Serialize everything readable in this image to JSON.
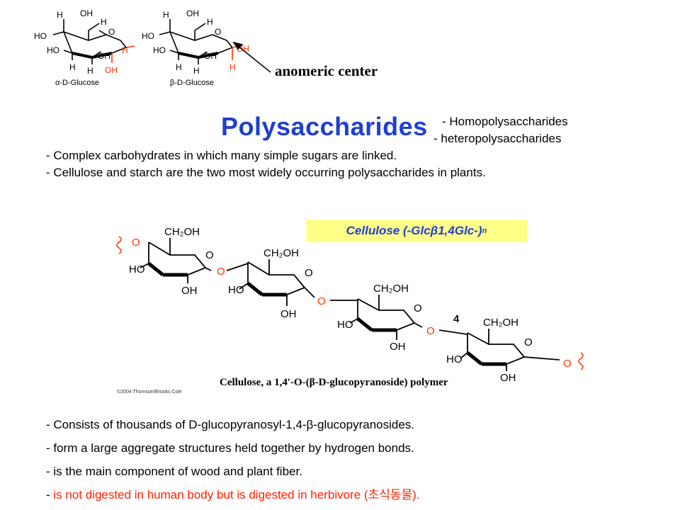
{
  "glucose": {
    "alpha_label": "α-D-Glucose",
    "beta_label": "β-D-Glucose",
    "atoms": {
      "H": "H",
      "OH": "OH",
      "HO": "HO",
      "O": "O"
    }
  },
  "anomeric_label": "anomeric center",
  "title": "Polysaccharides",
  "types": [
    "- Homopolysaccharides",
    "- heteropolysaccharides"
  ],
  "intro": [
    "- Complex carbohydrates in which many simple sugars are linked.",
    "- Cellulose and starch are the two most widely occurring polysaccharides in plants."
  ],
  "cellulose_label": {
    "main": "Cellulose (-Glcβ1,4Glc-)",
    "subscript": "n"
  },
  "cellulose_structure": {
    "atoms": {
      "ch2oh": "CH₂OH",
      "o": "O",
      "ho": "HO",
      "oh": "OH"
    },
    "position_label": "4",
    "caption": "Cellulose, a 1,4′-O-(β-D-glucopyranoside) polymer",
    "copyright": "©2004 Thomson/Brooks Cole"
  },
  "bullets": [
    "- Consists of  thousands of D-glucopyranosyl-1,4-β-glucopyranosides.",
    "- form a large aggregate structures held together by hydrogen bonds.",
    "- is the main component of wood and plant fiber."
  ],
  "last_bullet": {
    "prefix": "- ",
    "text": "is not digested in human body but is digested in herbivore (초식동물).",
    "color": "#ff2200"
  },
  "colors": {
    "title": "#1f3fd0",
    "highlight_bg": "#ffff88",
    "red": "#ff2200",
    "oxygen": "#ff3300"
  }
}
